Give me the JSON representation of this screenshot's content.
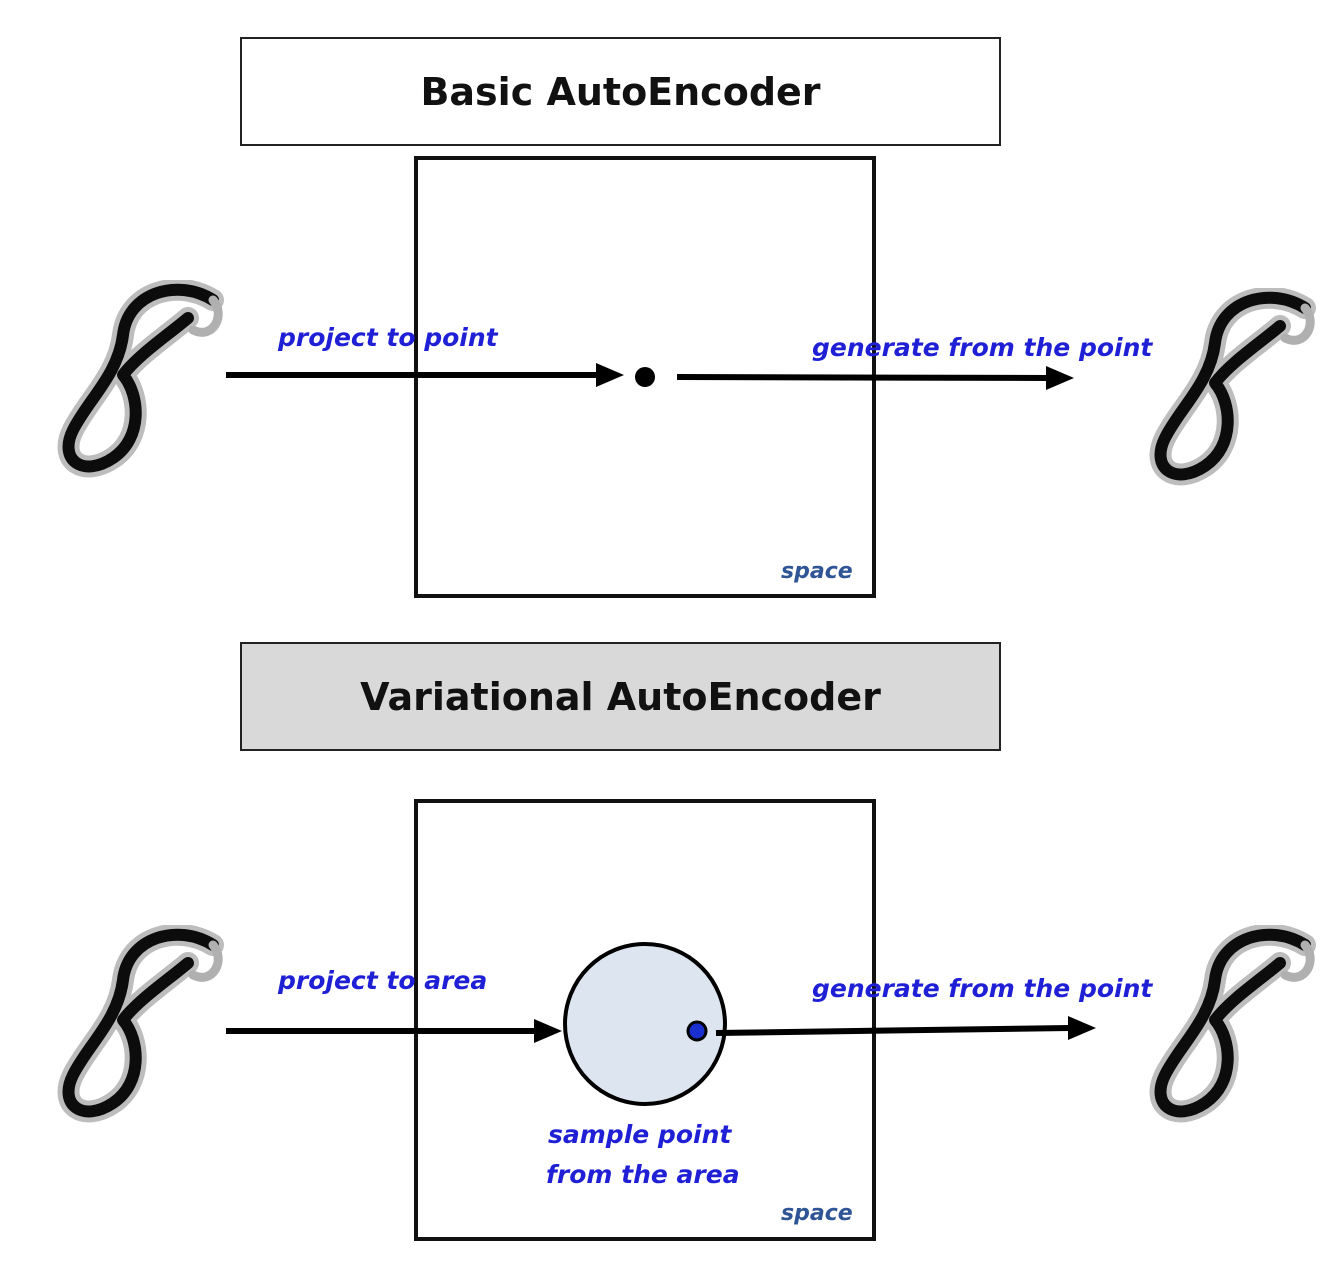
{
  "basic": {
    "title": "Basic AutoEncoder",
    "encode_label": "project to point",
    "decode_label": "generate from the point",
    "space_label": "space"
  },
  "variational": {
    "title": "Variational AutoEncoder",
    "encode_label": "project to area",
    "decode_label": "generate from the point",
    "sample_label_line1": "sample point",
    "sample_label_line2": "from the area",
    "space_label": "space"
  },
  "colors": {
    "label_blue": "#1f1fd6",
    "space_blue": "#2f5597",
    "area_fill": "#dde5f0",
    "sample_dot": "#1a2fd0",
    "vae_title_bg": "#d9d9d9"
  },
  "icons": [
    "handwritten-digit-8-icon"
  ]
}
